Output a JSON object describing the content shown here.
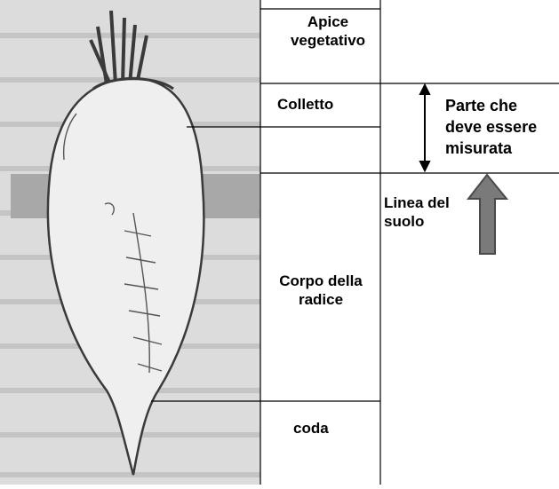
{
  "labels": {
    "apex": "Apice vegetativo",
    "collar": "Colletto",
    "measure": "Parte che deve essere misurata",
    "soil_line": "Linea del suolo",
    "root_body": "Corpo della radice",
    "tail": "coda"
  },
  "colors": {
    "photo_bg": "#dcdcdc",
    "root_fill": "#efefef",
    "ink": "#3a3a3a",
    "arrow_fill": "#7a7a7a",
    "arrow_stroke": "#4a4a4a",
    "line": "#000000"
  },
  "icons": {
    "measure_arrow": "double-headed-vertical-arrow",
    "soil_arrow": "up-arrow"
  }
}
